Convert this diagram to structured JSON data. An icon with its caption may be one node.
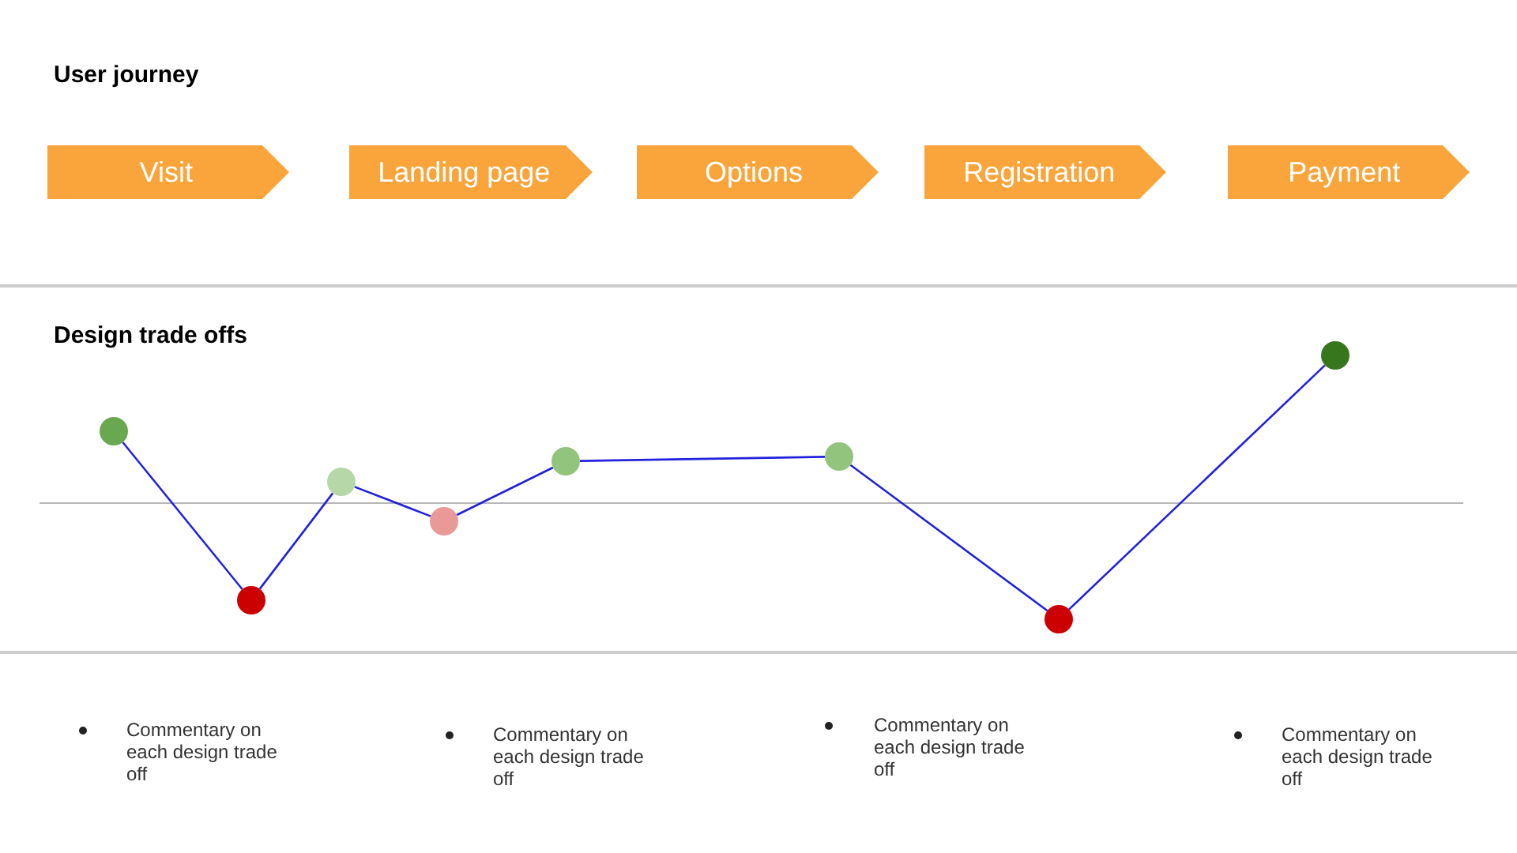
{
  "diagram": {
    "nodes": [
      {
        "text": [
          "Visit"
        ]
      },
      {
        "text": [
          "Landing page"
        ]
      },
      {
        "text": [
          "Options"
        ]
      },
      {
        "text": [
          "Registration"
        ]
      },
      {
        "text": [
          "Payment"
        ]
      },
      {
        "text": [],
        "shape": "circle"
      },
      {
        "text": [],
        "shape": "circle"
      },
      {
        "text": [],
        "shape": "circle"
      },
      {
        "text": [],
        "shape": "circle"
      },
      {
        "text": [],
        "shape": "circle"
      },
      {
        "text": [],
        "shape": "circle"
      },
      {
        "text": [],
        "shape": "circle"
      },
      {
        "text": [],
        "shape": "circle"
      }
    ],
    "edges": [
      {
        "from": 5,
        "to": 6,
        "arrow": "none"
      },
      {
        "from": 6,
        "to": 7,
        "arrow": "none"
      },
      {
        "from": 7,
        "to": 8,
        "arrow": "none"
      },
      {
        "from": 8,
        "to": 9,
        "arrow": "none"
      },
      {
        "from": 9,
        "to": 10,
        "arrow": "none"
      },
      {
        "from": 10,
        "to": 11,
        "arrow": "none"
      },
      {
        "from": 11,
        "to": 12,
        "arrow": "none"
      }
    ],
    "labels": [
      "User journey",
      "Design trade offs",
      "Commentary on each design trade off",
      "Commentary on each design trade off",
      "Commentary on each design trade off",
      "Commentary on each design trade off"
    ]
  }
}
